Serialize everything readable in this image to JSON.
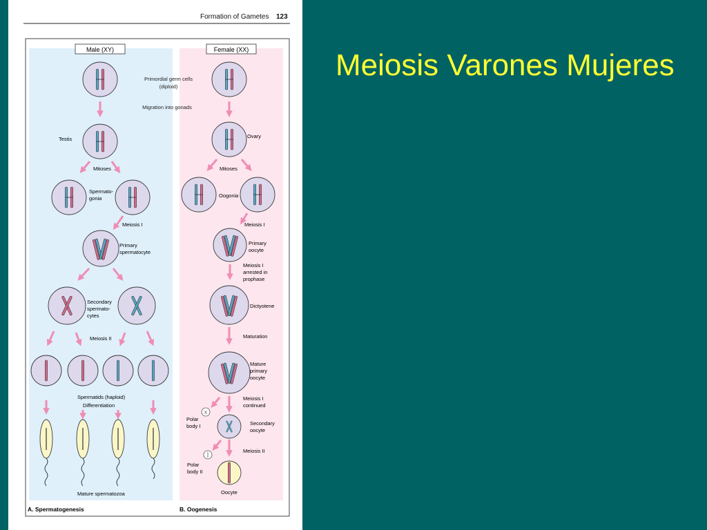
{
  "slide": {
    "title": "Meiosis Varones Mujeres",
    "accent_color": "#ffff33",
    "background_color": "#006262"
  },
  "figure": {
    "header": {
      "chapter": "Formation of Gametes",
      "page_number": "123"
    },
    "male_header": "Male (XY)",
    "female_header": "Female (XX)",
    "center_labels": {
      "primordial": "Primordial germ cells",
      "diploid": "(diploid)",
      "migration": "Migration into gonads"
    },
    "male_labels": {
      "testis": "Testis",
      "mitoses": "Mitoses",
      "spermatogonia_1": "Spermato-",
      "spermatogonia_2": "gonia",
      "meiosis_1": "Meiosis I",
      "primary_1": "Primary",
      "primary_2": "spermatocyte",
      "secondary_1": "Secondary",
      "secondary_2": "spermato-",
      "secondary_3": "cytes",
      "meiosis_2": "Meiosis II",
      "spermatids": "Spermatids (haploid)",
      "differentiation": "Differentiation",
      "mature": "Mature spermatozoa",
      "section": "A. Spermatogenesis"
    },
    "female_labels": {
      "ovary": "Ovary",
      "mitoses": "Mitoses",
      "oogonia": "Oogonia",
      "meiosis_1": "Meiosis I",
      "primary_1": "Primary",
      "primary_2": "oocyte",
      "arrest_1": "Meiosis I",
      "arrest_2": "arrested in",
      "arrest_3": "prophase",
      "dictyotene": "Dictyotene",
      "maturation": "Maturation",
      "mature_1": "Mature",
      "mature_2": "primary",
      "mature_3": "oocyte",
      "continued_1": "Meiosis I",
      "continued_2": "continued",
      "polar1_1": "Polar",
      "polar1_2": "body I",
      "secondary_1": "Secondary",
      "secondary_2": "oocyte",
      "meiosis_2": "Meiosis II",
      "polar2_1": "Polar",
      "polar2_2": "body II",
      "oocyte": "Oocyte",
      "section": "B. Oogenesis"
    },
    "colors": {
      "male_panel": "#dff0fb",
      "female_panel": "#fde6ee",
      "cell_fill": "#ddd8ec",
      "cell_stroke": "#3a3a3a",
      "arrow": "#ef8db4",
      "maternal_chromosome": "#d86b8e",
      "paternal_chromosome": "#5aa9c8",
      "gamete_fill": "#faf6c8"
    }
  }
}
